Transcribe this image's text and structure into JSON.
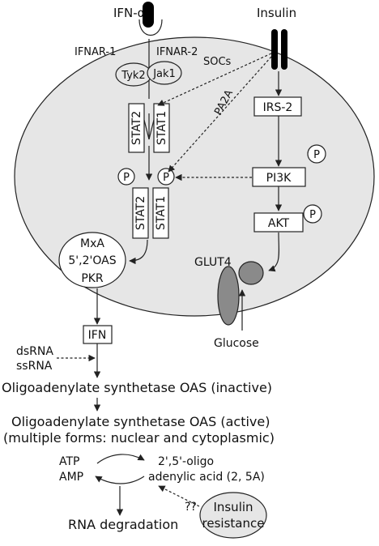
{
  "ligand_ifn": "IFN-α",
  "ligand_insulin": "Insulin",
  "receptor_1": "IFNAR-1",
  "receptor_2": "IFNAR-2",
  "socs": "SOCs",
  "tyk2": "Tyk2",
  "jak1": "Jak1",
  "stat2": "STAT2",
  "stat1": "STAT1",
  "pa2a": "PA2A",
  "irs2": "IRS-2",
  "pi3k": "PI3K",
  "akt": "AKT",
  "p": "P",
  "mxa": "MxA",
  "oas_short": "5',2'OAS",
  "pkr": "PKR",
  "glut4": "GLUT4",
  "glucose": "Glucose",
  "ifn": "IFN",
  "dsrna": "dsRNA",
  "ssrna": "ssRNA",
  "oas_inactive": "Oligoadenylate synthetase OAS (inactive)",
  "oas_active": "Oligoadenylate synthetase OAS (active)",
  "oas_forms": "(multiple forms: nuclear and cytoplasmic)",
  "atp": "ATP",
  "amp": "AMP",
  "oligo_1": "2',5'-oligo",
  "oligo_2": "adenylic acid (2, 5A)",
  "question": "??",
  "rna_degradation": "RNA degradation",
  "insulin_resistance_1": "Insulin",
  "insulin_resistance_2": "resistance",
  "colors": {
    "cell_fill": "#e6e6e6",
    "dark_gray": "#8a8a8a",
    "black": "#000000"
  }
}
